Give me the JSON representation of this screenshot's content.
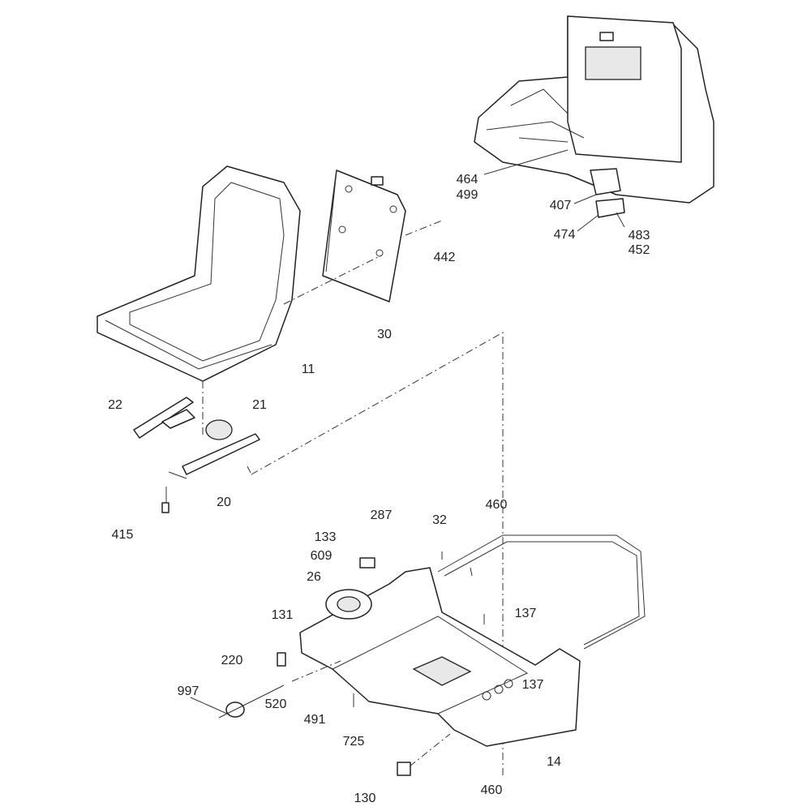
{
  "callouts": [
    {
      "id": "464",
      "text": "464"
    },
    {
      "id": "499",
      "text": "499"
    },
    {
      "id": "407",
      "text": "407"
    },
    {
      "id": "474",
      "text": "474"
    },
    {
      "id": "483",
      "text": "483"
    },
    {
      "id": "452",
      "text": "452"
    },
    {
      "id": "442",
      "text": "442"
    },
    {
      "id": "30",
      "text": "30"
    },
    {
      "id": "11",
      "text": "11"
    },
    {
      "id": "22",
      "text": "22"
    },
    {
      "id": "21",
      "text": "21"
    },
    {
      "id": "20",
      "text": "20"
    },
    {
      "id": "415",
      "text": "415"
    },
    {
      "id": "287",
      "text": "287"
    },
    {
      "id": "32",
      "text": "32"
    },
    {
      "id": "460a",
      "text": "460"
    },
    {
      "id": "133",
      "text": "133"
    },
    {
      "id": "609",
      "text": "609"
    },
    {
      "id": "26",
      "text": "26"
    },
    {
      "id": "137a",
      "text": "137"
    },
    {
      "id": "131",
      "text": "131"
    },
    {
      "id": "220",
      "text": "220"
    },
    {
      "id": "997",
      "text": "997"
    },
    {
      "id": "137b",
      "text": "137"
    },
    {
      "id": "520",
      "text": "520"
    },
    {
      "id": "491",
      "text": "491"
    },
    {
      "id": "725",
      "text": "725"
    },
    {
      "id": "14",
      "text": "14"
    },
    {
      "id": "130",
      "text": "130"
    },
    {
      "id": "460b",
      "text": "460"
    }
  ]
}
